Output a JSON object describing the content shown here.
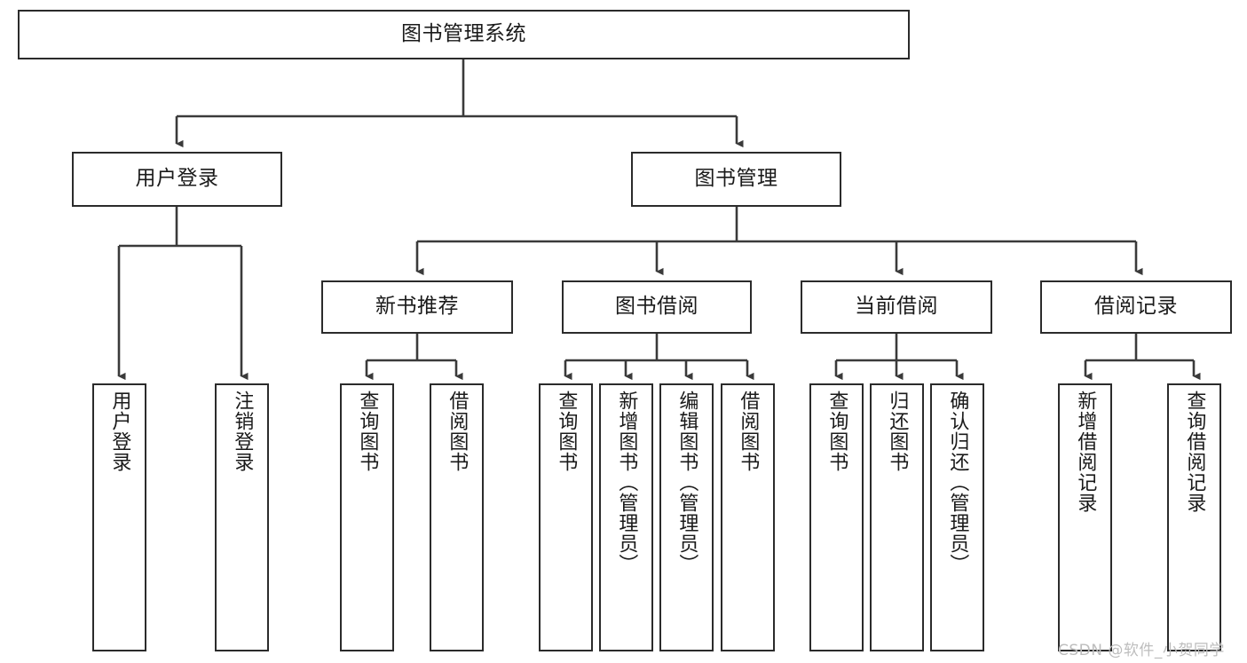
{
  "diagram": {
    "title": "图书管理系统",
    "type": "tree-hierarchy",
    "watermark": "CSDN @软件_小贺同学",
    "colors": {
      "box_border": "#2b2b2b",
      "box_fill": "#ffffff",
      "edge": "#3a3a3a",
      "text": "#1a1a1a",
      "watermark": "#bdbdbd",
      "background": "#ffffff"
    }
  },
  "nodes": {
    "root": {
      "label": "图书管理系统"
    },
    "level2": [
      {
        "id": "user-login",
        "label": "用户登录"
      },
      {
        "id": "book-manage",
        "label": "图书管理"
      }
    ],
    "level3": [
      {
        "id": "new-book-recommend",
        "label": "新书推荐"
      },
      {
        "id": "book-borrow",
        "label": "图书借阅"
      },
      {
        "id": "current-borrow",
        "label": "当前借阅"
      },
      {
        "id": "borrow-record",
        "label": "借阅记录"
      }
    ],
    "leaves": {
      "user_login": [
        {
          "id": "leaf-user-login",
          "label": "用户登录"
        },
        {
          "id": "leaf-logout-login",
          "label": "注销登录"
        }
      ],
      "new_book_recommend": [
        {
          "id": "leaf-query-book-1",
          "label": "查询图书"
        },
        {
          "id": "leaf-borrow-book-1",
          "label": "借阅图书"
        }
      ],
      "book_borrow": [
        {
          "id": "leaf-query-book-2",
          "label": "查询图书"
        },
        {
          "id": "leaf-add-book",
          "label": "新增图书（管理员）"
        },
        {
          "id": "leaf-edit-book",
          "label": "编辑图书（管理员）"
        },
        {
          "id": "leaf-borrow-book-2",
          "label": "借阅图书"
        }
      ],
      "current_borrow": [
        {
          "id": "leaf-query-book-3",
          "label": "查询图书"
        },
        {
          "id": "leaf-return-book",
          "label": "归还图书"
        },
        {
          "id": "leaf-confirm-return",
          "label": "确认归还（管理员）"
        }
      ],
      "borrow_record": [
        {
          "id": "leaf-add-record",
          "label": "新增借阅记录"
        },
        {
          "id": "leaf-query-record",
          "label": "查询借阅记录"
        }
      ]
    }
  }
}
